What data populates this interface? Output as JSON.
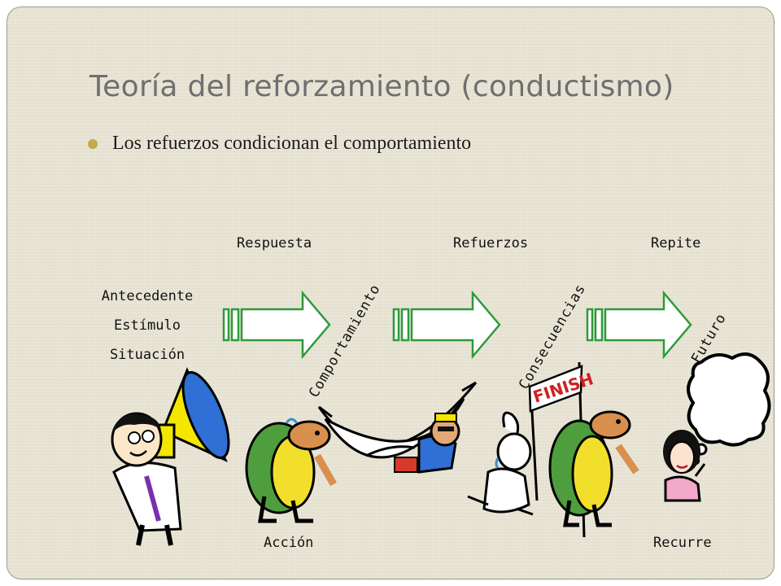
{
  "slide": {
    "title": "Teoría del reforzamiento (conductismo)",
    "bullet": "Los refuerzos condicionan el comportamiento"
  },
  "diagram": {
    "antecedent": [
      "Antecedente",
      "Estímulo",
      "Situación"
    ],
    "top_labels": {
      "respuesta": "Respuesta",
      "refuerzos": "Refuerzos",
      "repite": "Repite"
    },
    "rotated_labels": {
      "comportamiento": "Comportamiento",
      "consecuencias": "Consecuencias",
      "futuro": "Futuro"
    },
    "bottom_labels": {
      "accion": "Acción",
      "recurre": "Recurre"
    },
    "finish_sign": "FINISH",
    "colors": {
      "arrow_stroke": "#2e9a3a",
      "arrow_fill": "#ffffff",
      "bullet": "#c5a94a",
      "title": "#6f6f6f"
    }
  }
}
